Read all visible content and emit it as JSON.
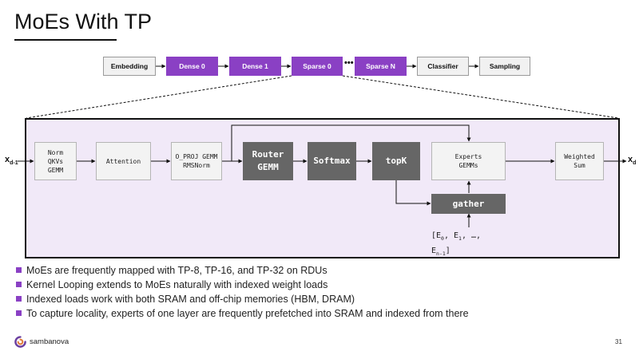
{
  "title": "MoEs With TP",
  "pipeline": [
    "Embedding",
    "Dense 0",
    "Dense 1",
    "Sparse 0",
    "Sparse N",
    "Classifier",
    "Sampling"
  ],
  "pipeline_ellipsis": "•••",
  "diagram": {
    "input": {
      "base": "x",
      "sub": "d-1"
    },
    "output": {
      "base": "x",
      "sub": "d"
    },
    "blocks": {
      "norm": "Norm\nQKVs\nGEMM",
      "attention": "Attention",
      "oproj": "O_PROJ GEMM\nRMSNorm",
      "router": "Router\nGEMM",
      "softmax": "Softmax",
      "topk": "topK",
      "experts": "Experts\nGEMMs",
      "weighted_sum": "Weighted\nSum",
      "gather": "gather"
    },
    "expert_list": {
      "line1_parts": [
        "[E",
        "0",
        ", E",
        "1",
        ", …,"
      ],
      "line2_parts": [
        "E",
        "n-1",
        "]"
      ]
    }
  },
  "bullets": [
    "MoEs are frequently mapped with TP-8, TP-16, and TP-32 on RDUs",
    "Kernel Looping extends to MoEs naturally with indexed weight loads",
    "Indexed loads work with both SRAM and off-chip memories (HBM, DRAM)",
    "To capture locality, experts of one layer are frequently prefetched into SRAM and indexed from there"
  ],
  "footer": {
    "brand": "sambanova",
    "page": "31"
  },
  "colors": {
    "accent": "#8a40c4",
    "panel_bg": "#f1e9f8",
    "dark_block": "#666666"
  }
}
